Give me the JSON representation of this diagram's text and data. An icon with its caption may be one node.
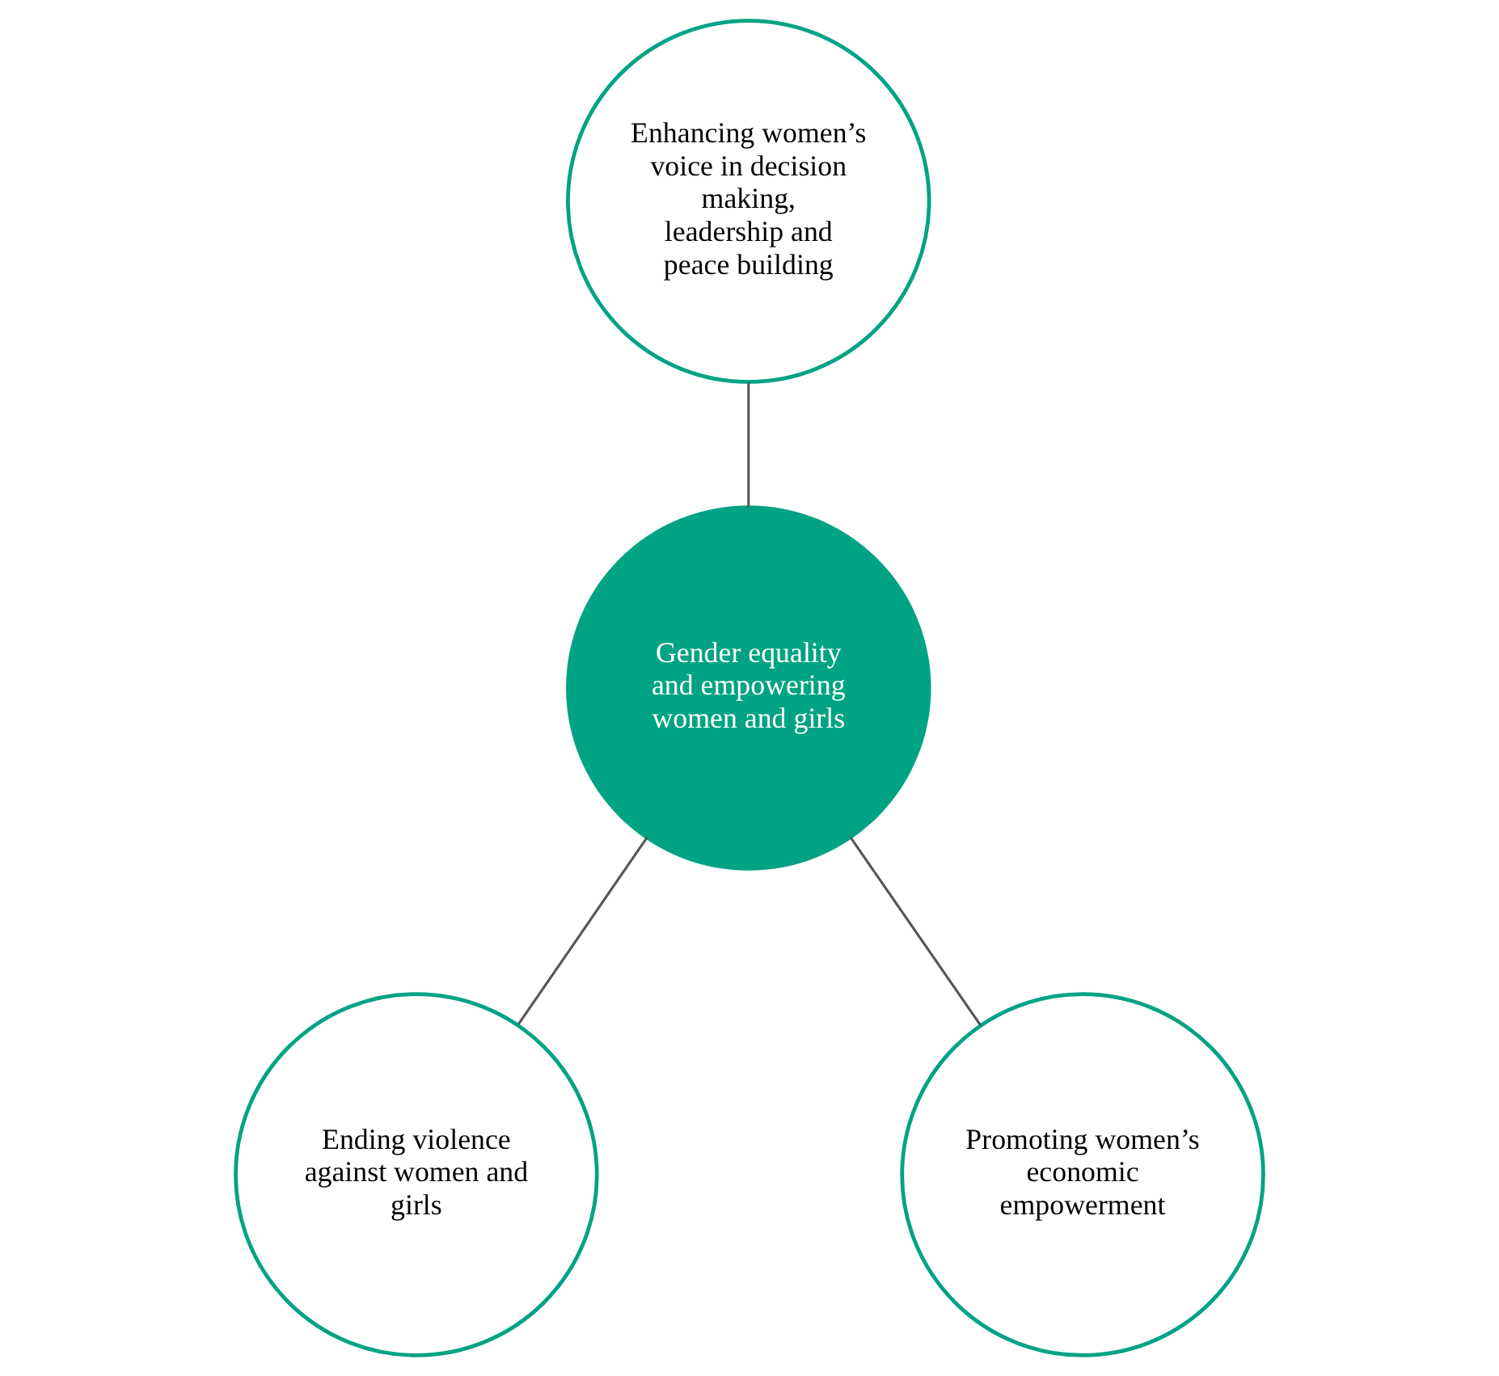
{
  "diagram": {
    "nodes": [
      {
        "text": [
          "Gender equality and empowering women and girls"
        ]
      },
      {
        "text": [
          "Enhancing women’s voice in decision making, leadership and peace building"
        ]
      },
      {
        "text": [
          "Ending violence against women and girls"
        ]
      },
      {
        "text": [
          "Promoting women’s economic empowerment"
        ]
      }
    ],
    "edges": [
      {
        "from": 1,
        "to": 0,
        "arrow": "none"
      },
      {
        "from": 0,
        "to": 2,
        "arrow": "none"
      },
      {
        "from": 0,
        "to": 3,
        "arrow": "none"
      }
    ]
  }
}
